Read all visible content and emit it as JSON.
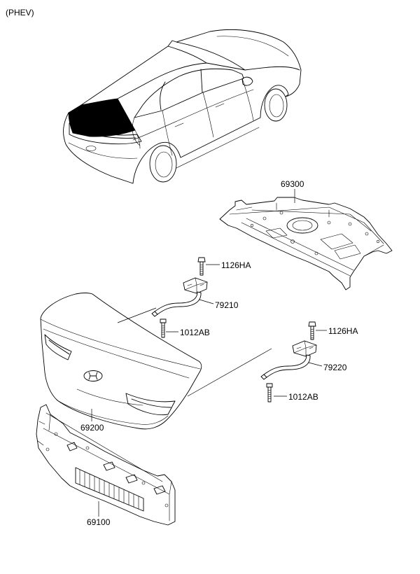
{
  "header": {
    "variant": "(PHEV)"
  },
  "callouts": {
    "package_tray": "69300",
    "hinge_bolt_left": "1126HA",
    "hinge_left": "79210",
    "hinge_screw_left": "1012AB",
    "hinge_bolt_right": "1126HA",
    "hinge_right": "79220",
    "hinge_screw_right": "1012AB",
    "trunk_lid": "69200",
    "back_panel": "69100"
  },
  "colors": {
    "line": "#000000",
    "background": "#ffffff",
    "rear_glass": "#000000"
  }
}
